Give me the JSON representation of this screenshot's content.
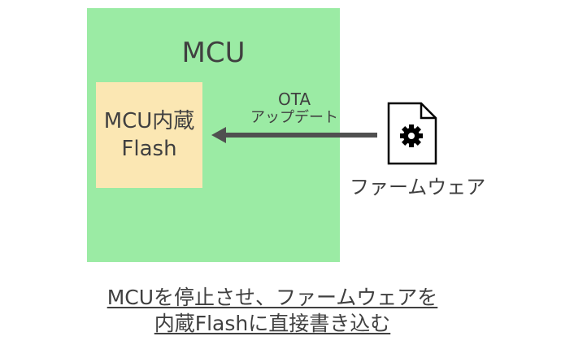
{
  "mcu": {
    "title": "MCU",
    "flash_line1": "MCU内蔵",
    "flash_line2": "Flash",
    "color": "#9beba4",
    "flash_color": "#fbe7b3"
  },
  "ota": {
    "line1": "OTA",
    "line2": "アップデート"
  },
  "firmware": {
    "icon": "gear-document-icon",
    "label": "ファームウェア"
  },
  "caption": {
    "line1": "MCUを停止させ、ファームウェアを",
    "line2": "内蔵Flashに直接書き込む"
  }
}
